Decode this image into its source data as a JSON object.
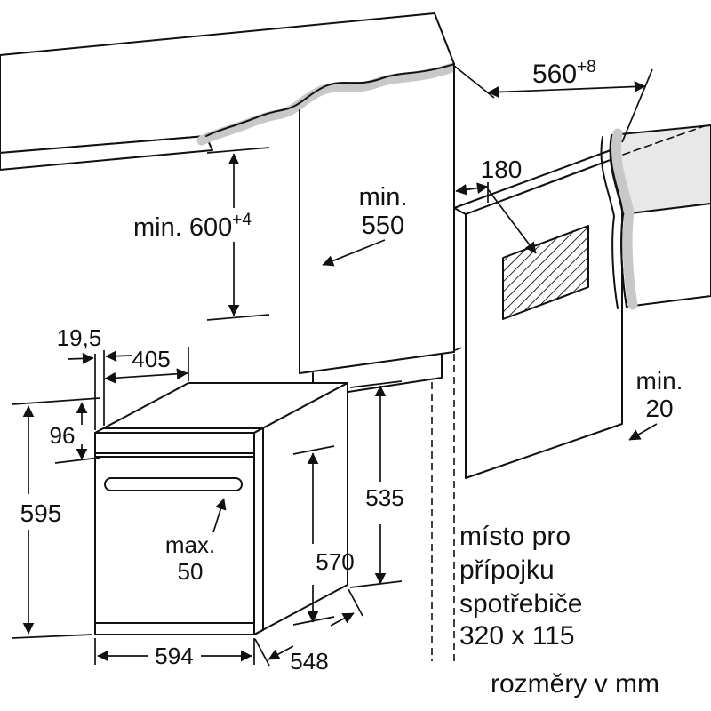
{
  "colors": {
    "line": "#111111",
    "torn_edge_shade": "#c8c8c8",
    "counter_top_shade": "#e8e8e8",
    "background": "#ffffff"
  },
  "dims": {
    "niche_width": {
      "value": "560",
      "tol": "+8"
    },
    "niche_height": {
      "value": "min. 600",
      "tol": "+4"
    },
    "niche_depth": {
      "line1": "min.",
      "line2": "550"
    },
    "connection_offset": {
      "value": "180"
    },
    "rear_gap": {
      "line1": "min.",
      "line2": "20"
    },
    "door_protrusion": {
      "value": "19,5"
    },
    "top_depth": {
      "value": "405"
    },
    "panel_height": {
      "value": "96"
    },
    "oven_height": {
      "value": "595"
    },
    "handle_clearance": {
      "line1": "max.",
      "line2": "50"
    },
    "oven_width": {
      "value": "594"
    },
    "oven_depth": {
      "value": "548"
    },
    "inner_height": {
      "value": "570"
    },
    "rear_height": {
      "value": "535"
    }
  },
  "notes": {
    "connection_area": {
      "line1": "místo pro",
      "line2": "přípojku",
      "line3": "spotřebiče",
      "line4": "320 x 115"
    },
    "units": "rozměry v mm"
  }
}
